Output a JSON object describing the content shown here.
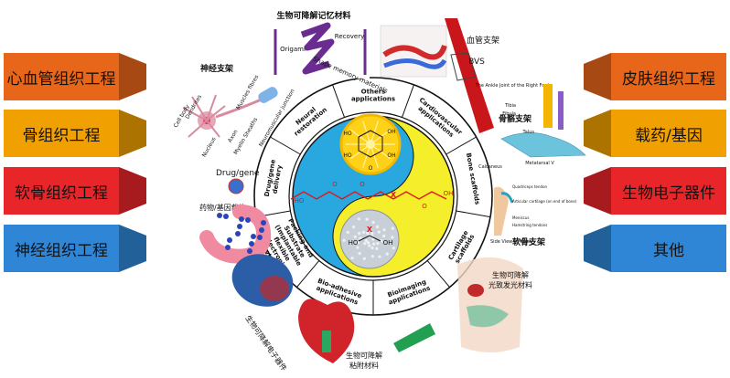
{
  "left_tabs": [
    {
      "label": "心血管组织工程",
      "color": "#e8661a"
    },
    {
      "label": "骨组织工程",
      "color": "#f0a000"
    },
    {
      "label": "软骨组织工程",
      "color": "#e8262a"
    },
    {
      "label": "神经组织工程",
      "color": "#2f86d6"
    }
  ],
  "right_tabs": [
    {
      "label": "皮肤组织工程",
      "color": "#e8661a"
    },
    {
      "label": "载药/基因",
      "color": "#f0a000"
    },
    {
      "label": "生物电子器件",
      "color": "#e8262a"
    },
    {
      "label": "其他",
      "color": "#2f86d6"
    }
  ],
  "ring_segments": [
    "Others applications",
    "Cardiovascular applications",
    "Bone scaffolds",
    "Cartilage scaffolds",
    "Bioimaging applications",
    "Bio-adhesive applications",
    "Packing and Substrate (Implantable flexible electronic devices)",
    "Drug/gene delivery",
    "Neural restoration"
  ],
  "core": {
    "o_label": "O",
    "ho_label": "HO",
    "oh_label": "OH",
    "x_label": "X",
    "ring_marker": "n",
    "colors": {
      "blue": "#29a8e0",
      "yellow": "#f5ee2a",
      "red": "#e0161b"
    }
  },
  "callouts": {
    "shape_memory_title": "生物可降解记忆材料",
    "origami": "Origami",
    "recovery": "Recovery",
    "shape_memory": "Shape memory materials",
    "vascular_title": "血管支架",
    "bvs": "BVS",
    "ankle_caption": "The Ankle Joint of the Right Foot",
    "bone_title": "骨骼支架",
    "tibia": "Tibia",
    "fibula": "Fibula",
    "talus": "Talus",
    "calcaneus": "Calcaneus",
    "metatarsal": "Metatarsal V",
    "nerve_title": "神经支架",
    "cell_body": "Cell body",
    "dendrites": "Dendrites",
    "nucleus": "Nucleus",
    "axon": "Axon",
    "myelin": "Myelin Sheaths",
    "muscle": "Muscles fibres",
    "nmj": "Neuromuscular junction",
    "drug_gene": "Drug/gene",
    "drug_title": "药物/基因载体",
    "cartilage_title": "软骨支架",
    "quadriceps": "Quadriceps tendon",
    "articular": "Articular cartilage (on end of bone)",
    "meniscus": "Meniscus",
    "hamstring": "Hamstring tendons",
    "knee_caption": "Side View of Knee",
    "electronics_title": "生物可降解电子器件",
    "luminescent_title": "生物可降解光致发光材料",
    "adhesive_title": "生物可降解粘附材料"
  }
}
